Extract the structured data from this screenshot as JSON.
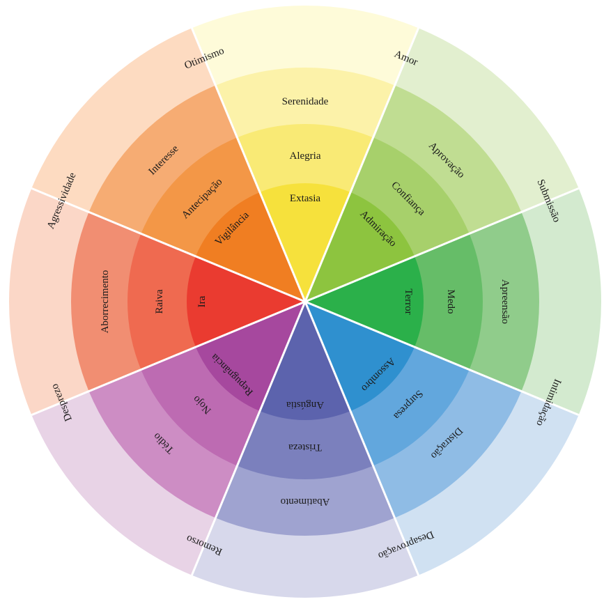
{
  "title": "Roda das emoções",
  "sectors": [
    {
      "id": "alegria",
      "labels": [
        "Extasia",
        "Alegria",
        "Serenidade"
      ],
      "colors": [
        "#f6e13c",
        "#f9ea75",
        "#fcf2a9",
        "#fefbd9"
      ]
    },
    {
      "id": "confianca",
      "labels": [
        "Admiração",
        "Confiança",
        "Aprovação"
      ],
      "colors": [
        "#8dc43f",
        "#a7d06b",
        "#c0dd92",
        "#e2efcf"
      ]
    },
    {
      "id": "medo",
      "labels": [
        "Terror",
        "Medo",
        "Apreensão"
      ],
      "colors": [
        "#2bb04a",
        "#66bd68",
        "#90cc8b",
        "#d3eacf"
      ]
    },
    {
      "id": "surpresa",
      "labels": [
        "Assombro",
        "Surpresa",
        "Distração"
      ],
      "colors": [
        "#2f90cf",
        "#62a7dd",
        "#8fbce5",
        "#d0e1f2"
      ]
    },
    {
      "id": "tristeza",
      "labels": [
        "Angústia",
        "Tristeza",
        "Abatimento"
      ],
      "colors": [
        "#5c63ad",
        "#7b80bd",
        "#9fa3d0",
        "#d7d8eb"
      ]
    },
    {
      "id": "nojo",
      "labels": [
        "Repugnância",
        "Nojo",
        "Tédio"
      ],
      "colors": [
        "#a6489e",
        "#bd6bb2",
        "#cd8dc4",
        "#e8d3e6"
      ]
    },
    {
      "id": "raiva",
      "labels": [
        "Ira",
        "Raiva",
        "Aborrecimento"
      ],
      "colors": [
        "#ea3b30",
        "#ef6a50",
        "#f18e72",
        "#fbd7c7"
      ]
    },
    {
      "id": "antecipacao",
      "labels": [
        "Vigilância",
        "Antecipação",
        "Interesse"
      ],
      "colors": [
        "#f07e22",
        "#f39747",
        "#f6ac73",
        "#fddbc1"
      ]
    }
  ],
  "dyads": [
    "Amor",
    "Submissão",
    "Intimidação",
    "Desaprovação",
    "Remorso",
    "Desprezo",
    "Agressividade",
    "Otimismo"
  ]
}
